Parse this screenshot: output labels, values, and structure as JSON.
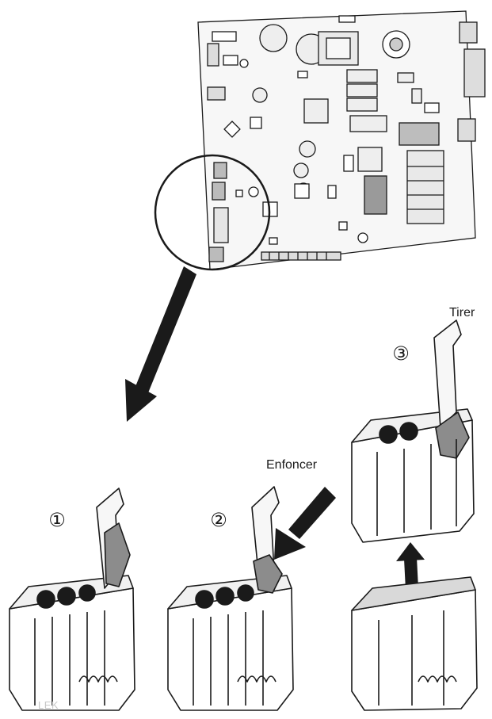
{
  "labels": {
    "push": "Enfoncer",
    "pull": "Tirer"
  },
  "steps": {
    "one": "①",
    "two": "②",
    "three": "③"
  },
  "watermark": "LEK",
  "colors": {
    "line": "#1a1a1a",
    "board": "#f4f4f4",
    "component_grey": "#9a9a9a",
    "lever_grey": "#8c8c8c"
  }
}
